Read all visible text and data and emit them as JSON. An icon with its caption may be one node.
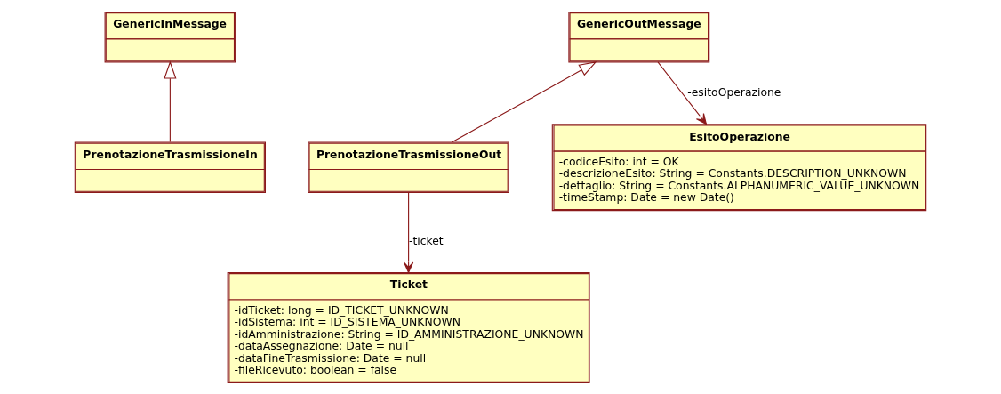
{
  "diagram": {
    "nodes": [
      {
        "text": [
          "GenericInMessage"
        ]
      },
      {
        "text": [
          "GenericOutMessage"
        ]
      },
      {
        "text": [
          "PrenotazioneTrasmissioneIn"
        ]
      },
      {
        "text": [
          "PrenotazioneTrasmissioneOut"
        ]
      },
      {
        "text": [
          "EsitoOperazione",
          "-codiceEsito: int = OK",
          "-descrizioneEsito: String = Constants.DESCRIPTION_UNKNOWN",
          "-dettaglio: String = Constants.ALPHANUMERIC_VALUE_UNKNOWN",
          "-timeStamp: Date = new Date()"
        ]
      },
      {
        "text": [
          "Ticket",
          "-idTicket: long = ID_TICKET_UNKNOWN",
          "-idSistema: int = ID_SISTEMA_UNKNOWN",
          "-idAmministrazione: String = ID_AMMINISTRAZIONE_UNKNOWN",
          "-dataAssegnazione: Date = null",
          "-dataFineTrasmissione: Date = null",
          "-fileRicevuto: boolean = false"
        ]
      }
    ],
    "edges": [
      {
        "from": 2,
        "to": 0,
        "arrow": "to"
      },
      {
        "from": 3,
        "to": 1,
        "arrow": "to"
      },
      {
        "from": 1,
        "to": 4,
        "arrow": "to",
        "label": "-esitoOperazione"
      },
      {
        "from": 3,
        "to": 5,
        "arrow": "to",
        "label": "-ticket"
      }
    ]
  }
}
